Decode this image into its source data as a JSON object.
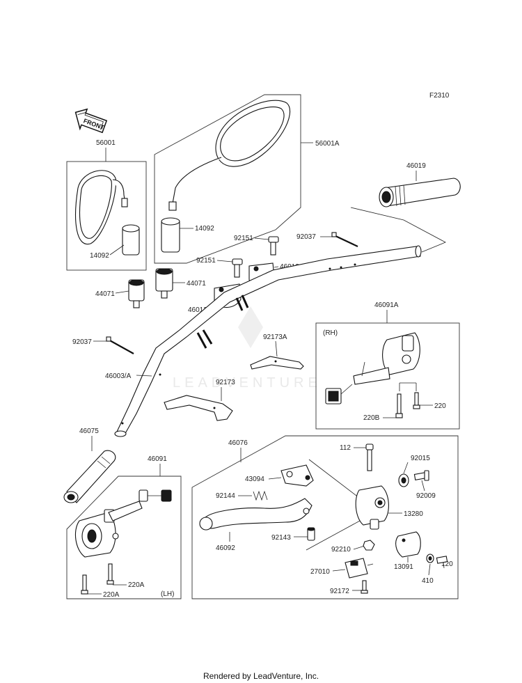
{
  "figure_code": "F2310",
  "front_label": "FRONT",
  "watermark": "LEADVENTURE",
  "footer": "Rendered by LeadVenture, Inc.",
  "box_tags": {
    "rh": "(RH)",
    "lh": "(LH)"
  },
  "parts": {
    "p56001": "56001",
    "p56001A": "56001A",
    "p14092_left": "14092",
    "p14092_right": "14092",
    "p44071_left": "44071",
    "p44071_right": "44071",
    "p92151_upper": "92151",
    "p92151_lower": "92151",
    "p46012_right": "46012",
    "p46012_left": "46012",
    "p92037_upper": "92037",
    "p92037_lower": "92037",
    "p46019": "46019",
    "p46091A": "46091A",
    "p92173A": "92173A",
    "p46003A": "46003/A",
    "p92173": "92173",
    "p220_rh": "220",
    "p220B": "220B",
    "p46075": "46075",
    "p46091": "46091",
    "p46076": "46076",
    "p112": "112",
    "p92015": "92015",
    "p43094": "43094",
    "p92009": "92009",
    "p92144": "92144",
    "p13280": "13280",
    "p92143": "92143",
    "p46092": "46092",
    "p92210": "92210",
    "p120": "120",
    "p27010": "27010",
    "p13091": "13091",
    "p410": "410",
    "p92172": "92172",
    "p220A_upper": "220A",
    "p220A_lower": "220A"
  }
}
